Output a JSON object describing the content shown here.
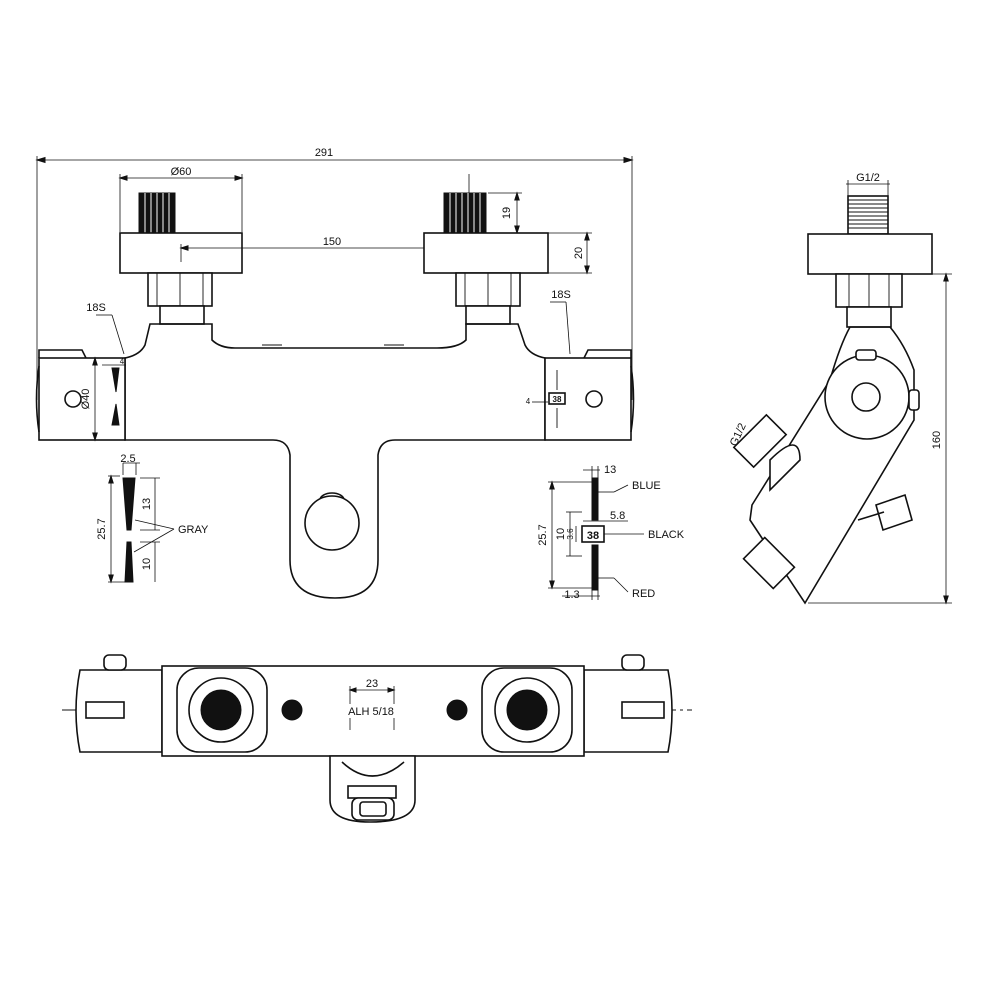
{
  "drawing": {
    "front_view": {
      "overall_width": "291",
      "inlet_diameter": "Ø60",
      "inlet_spacing": "150",
      "thread_length": "19",
      "nut_height": "20",
      "left_spline": "18S",
      "right_spline": "18S",
      "body_diameter": "Ø40",
      "left_small_dim": "4",
      "right_small_dim": "4",
      "handle_mark": "38"
    },
    "gray_detail": {
      "top_width": "2.5",
      "upper_length": "13",
      "total_length": "25.7",
      "lower_length": "10",
      "label": "GRAY"
    },
    "color_detail": {
      "width": "13",
      "blue_label": "BLUE",
      "mark_width": "5.8",
      "mark": "38",
      "black_label": "BLACK",
      "total_length": "25.7",
      "inner_length": "10",
      "mark_height": "3.6",
      "base_width": "1.3",
      "red_label": "RED"
    },
    "side_view": {
      "top_thread": "G1/2",
      "outlet_thread": "G1/2",
      "height": "160"
    },
    "bottom_view": {
      "spacing": "23",
      "thread_label": "ALH 5/18"
    },
    "colors": {
      "line": "#111111",
      "background": "#ffffff"
    }
  }
}
